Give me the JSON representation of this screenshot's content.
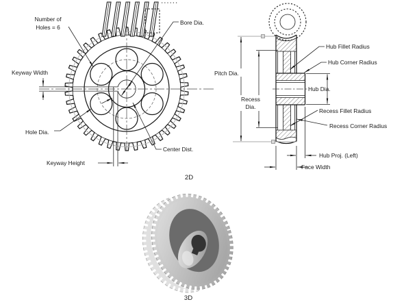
{
  "figure": {
    "caption_2d": "2D",
    "caption_3d": "3D"
  },
  "front_view": {
    "num_holes": 6,
    "labels": {
      "number_of_holes": [
        "Number of",
        "Holes = 6"
      ],
      "bore_dia": "Bore Dia.",
      "keyway_width": "Keyway Width",
      "hole_dia": "Hole Dia.",
      "keyway_height": "Keyway Height",
      "center_dist": "Center Dist."
    }
  },
  "side_view": {
    "labels": {
      "pitch_dia": "Pitch Dia.",
      "recess_dia": [
        "Recess",
        "Dia."
      ],
      "hub_fillet_radius": "Hub Fillet Radius",
      "hub_corner_radius": "Hub Corner Radius",
      "hub_dia": "Hub Dia.",
      "recess_fillet_radius": "Recess Fillet Radius",
      "recess_corner_radius": "Recess Corner Radius",
      "hub_proj_left": "Hub Proj. (Left)",
      "face_width": "Face Width"
    }
  },
  "colors": {
    "line": "#1a1a1a",
    "pitch_gray": "#b5b5b5",
    "grip_fill": "#d9d9d9",
    "render_dark": "#6b6b6b",
    "render_light": "#dcdcdc"
  }
}
